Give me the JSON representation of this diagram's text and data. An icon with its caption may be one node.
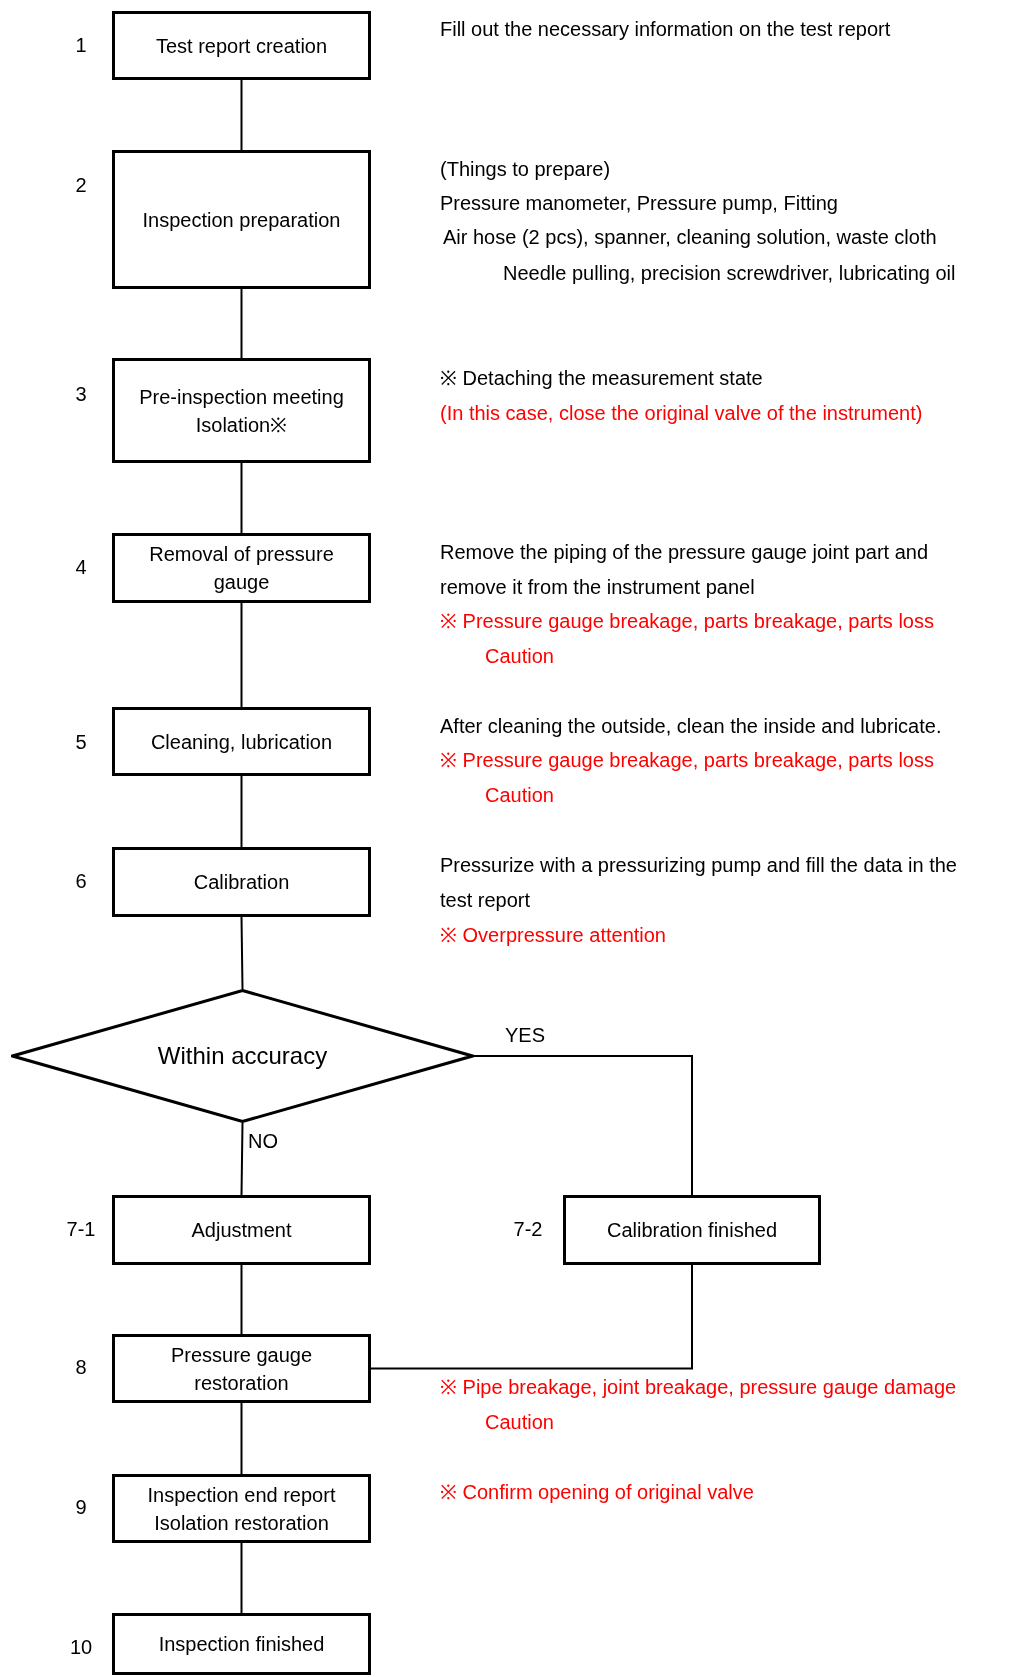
{
  "diagram": {
    "nodes": [
      {
        "text": [
          "Test report creation"
        ],
        "beside": [
          "1",
          "Fill out the necessary information on the test report"
        ]
      },
      {
        "text": [
          "Inspection preparation"
        ],
        "beside": [
          "2",
          "(Things to prepare)",
          "Pressure manometer, Pressure pump, Fitting",
          "Air hose (2 pcs), spanner, cleaning solution, waste cloth",
          "Needle pulling, precision screwdriver, lubricating oil"
        ]
      },
      {
        "text": [
          "Pre-inspection meeting",
          "Isolation※"
        ],
        "beside": [
          "3",
          "※ Detaching the measurement state",
          "(In this case, close the original valve of the instrument)"
        ]
      },
      {
        "text": [
          "Removal of pressure gauge"
        ],
        "beside": [
          "4",
          "Remove the piping of the pressure gauge joint part and remove it from the instrument panel",
          "※ Pressure gauge breakage, parts breakage, parts loss Caution"
        ]
      },
      {
        "text": [
          "Cleaning, lubrication"
        ],
        "beside": [
          "5",
          "After cleaning the outside, clean the inside and lubricate.",
          "※ Pressure gauge breakage, parts breakage, parts loss Caution"
        ]
      },
      {
        "text": [
          "Calibration"
        ],
        "beside": [
          "6",
          "Pressurize with a pressurizing pump and fill the data in the test report",
          "※ Overpressure attention"
        ]
      },
      {
        "text": [
          "Within accuracy"
        ]
      },
      {
        "text": [
          "Adjustment"
        ],
        "beside": [
          "7-1"
        ]
      },
      {
        "text": [
          "Calibration finished"
        ],
        "beside": [
          "7-2"
        ]
      },
      {
        "text": [
          "Pressure gauge restoration"
        ],
        "beside": [
          "8",
          "※ Pipe breakage, joint breakage, pressure gauge damage Caution"
        ]
      },
      {
        "text": [
          "Inspection end report",
          "Isolation restoration"
        ],
        "beside": [
          "9",
          "※ Confirm opening of original valve"
        ]
      },
      {
        "text": [
          "Inspection finished"
        ],
        "beside": [
          "10"
        ]
      }
    ],
    "edges": [
      {
        "from": 0,
        "to": 1,
        "arrow": "none"
      },
      {
        "from": 1,
        "to": 2,
        "arrow": "none"
      },
      {
        "from": 2,
        "to": 3,
        "arrow": "none"
      },
      {
        "from": 3,
        "to": 4,
        "arrow": "none"
      },
      {
        "from": 4,
        "to": 5,
        "arrow": "none"
      },
      {
        "from": 5,
        "to": 6,
        "arrow": "none"
      },
      {
        "from": 6,
        "to": 7,
        "label": "NO",
        "arrow": "none"
      },
      {
        "from": 6,
        "to": 8,
        "label": "YES",
        "arrow": "none"
      },
      {
        "from": 7,
        "to": 9,
        "arrow": "none"
      },
      {
        "from": 8,
        "to": 9,
        "arrow": "none"
      },
      {
        "from": 9,
        "to": 10,
        "arrow": "none"
      },
      {
        "from": 10,
        "to": 11,
        "arrow": "none"
      }
    ]
  }
}
